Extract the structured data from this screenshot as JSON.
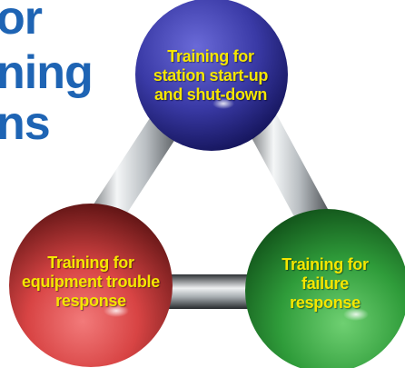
{
  "title": {
    "lines": [
      "or",
      "ning",
      "ns"
    ]
  },
  "nodes": {
    "startup": {
      "lines": [
        "Training for",
        "station start-up",
        "and shut-down"
      ],
      "color": "#3c3ca8"
    },
    "equipment": {
      "lines": [
        "Training for",
        "equipment trouble",
        "response"
      ],
      "color": "#d23c3c"
    },
    "failure": {
      "lines": [
        "Training for",
        "failure",
        "response"
      ],
      "color": "#2e9a3a"
    }
  },
  "colors": {
    "title": "#1e64b4",
    "label": "#f5e600",
    "connector": "#cfd3d6"
  }
}
